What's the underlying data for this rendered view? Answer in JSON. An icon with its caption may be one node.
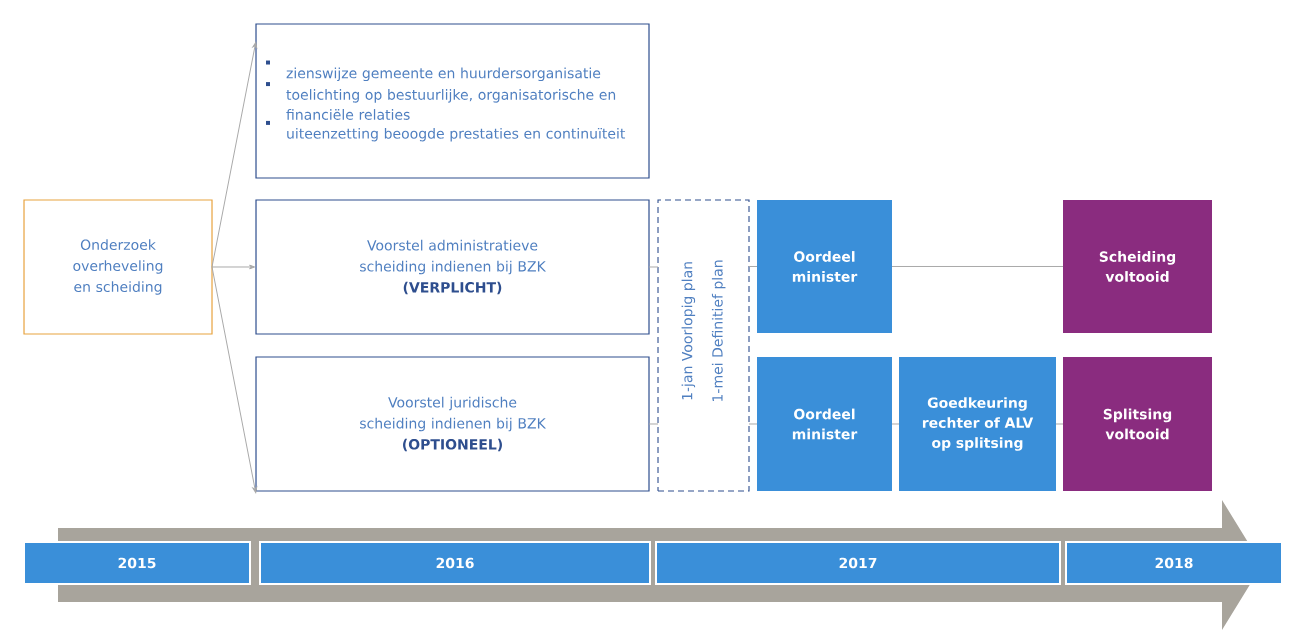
{
  "diagram": {
    "nodes": [
      {
        "text": [
          "Onderzoek overheveling en scheiding"
        ]
      },
      {
        "text": [
          "zienswijze gemeente en huurdersorganisatie",
          "toelichting op bestuurlijke, organisatorische en financiële relaties",
          "uiteenzetting beoogde prestaties en continuïteit"
        ]
      },
      {
        "text": [
          "Voorstel administratieve scheiding indienen bij BZK",
          "(VERPLICHT)"
        ]
      },
      {
        "text": [
          "Voorstel juridische scheiding indienen bij BZK",
          "(OPTIONEEL)"
        ]
      },
      {
        "text": [
          "1-jan Voorlopig plan",
          "1-mei Definitief plan"
        ]
      },
      {
        "text": [
          "Oordeel minister"
        ]
      },
      {
        "text": [
          "Scheiding voltooid"
        ]
      },
      {
        "text": [
          "Oordeel minister"
        ]
      },
      {
        "text": [
          "Goedkeuring rechter of ALV op splitsing"
        ]
      },
      {
        "text": [
          "Splitsing voltooid"
        ]
      },
      {
        "text": [
          "2015"
        ]
      },
      {
        "text": [
          "2016"
        ]
      },
      {
        "text": [
          "2017"
        ]
      },
      {
        "text": [
          "2018"
        ]
      }
    ],
    "edges": [
      {
        "from": 0,
        "to": 1,
        "arrow": "to"
      },
      {
        "from": 0,
        "to": 2,
        "arrow": "to"
      },
      {
        "from": 0,
        "to": 3,
        "arrow": "to"
      },
      {
        "from": 2,
        "to": 4,
        "arrow": "none"
      },
      {
        "from": 3,
        "to": 4,
        "arrow": "none"
      },
      {
        "from": 4,
        "to": 5,
        "arrow": "none"
      },
      {
        "from": 4,
        "to": 7,
        "arrow": "none"
      },
      {
        "from": 5,
        "to": 6,
        "arrow": "none"
      },
      {
        "from": 7,
        "to": 8,
        "arrow": "none"
      },
      {
        "from": 8,
        "to": 9,
        "arrow": "none"
      }
    ]
  }
}
